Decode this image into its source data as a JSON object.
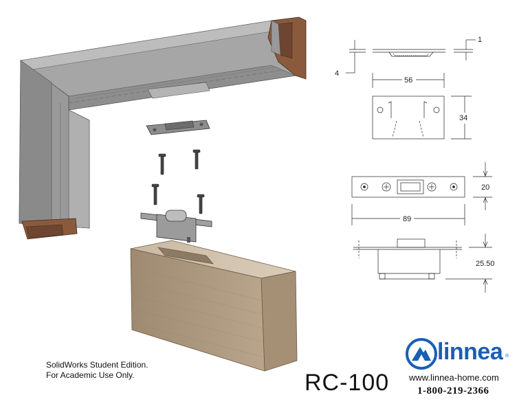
{
  "dimensions": {
    "d1": "1",
    "d4": "4",
    "d56": "56",
    "d34": "34",
    "d20": "20",
    "d89": "89",
    "d2550": "25.50"
  },
  "watermark": {
    "line1": "SolidWorks Student Edition.",
    "line2": "For Academic Use Only."
  },
  "model": "RC-100",
  "brand": {
    "name": "linnea",
    "registered": "®",
    "website": "www.linnea-home.com",
    "phone": "1-800-219-2366",
    "color": "#1a5fb4"
  },
  "colors": {
    "frame_gray": "#9a9a9a",
    "wood": "#8b5a3c",
    "door_wood": "#b8a58c"
  }
}
